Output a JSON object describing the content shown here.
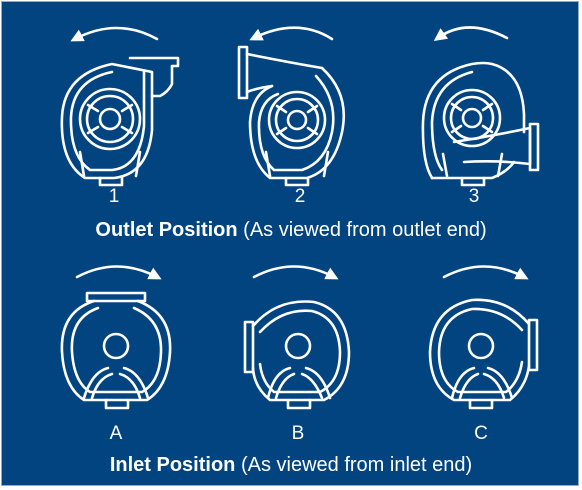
{
  "outlet": {
    "labels": [
      "1",
      "2",
      "3"
    ],
    "caption_bold": "Outlet Position",
    "caption_rest": " (As viewed from outlet end)"
  },
  "inlet": {
    "labels": [
      "A",
      "B",
      "C"
    ],
    "caption_bold": "Inlet Position",
    "caption_rest": " (As viewed from inlet end)"
  },
  "colors": {
    "background": "#024480",
    "line": "#ffffff"
  }
}
